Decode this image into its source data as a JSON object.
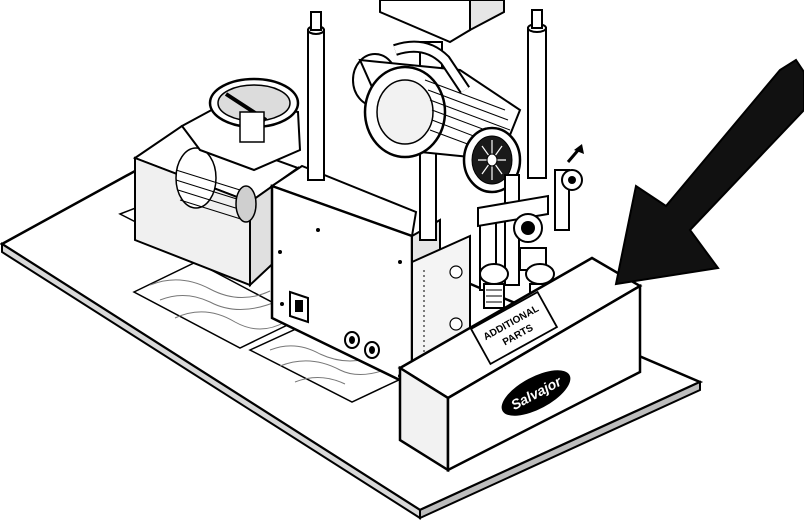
{
  "figure": {
    "box_label_line1": "ADDITIONAL",
    "box_label_line2": "PARTS",
    "brand_logo_text": "Salvajor"
  },
  "palette": {
    "ink": "#000000",
    "paper": "#ffffff",
    "shade": "#e6e6e6",
    "dark_shade": "#9a9a9a"
  },
  "icons": {
    "callout_arrow": "arrow-down-left-icon",
    "selector_switch": "rotary-switch-icon"
  }
}
